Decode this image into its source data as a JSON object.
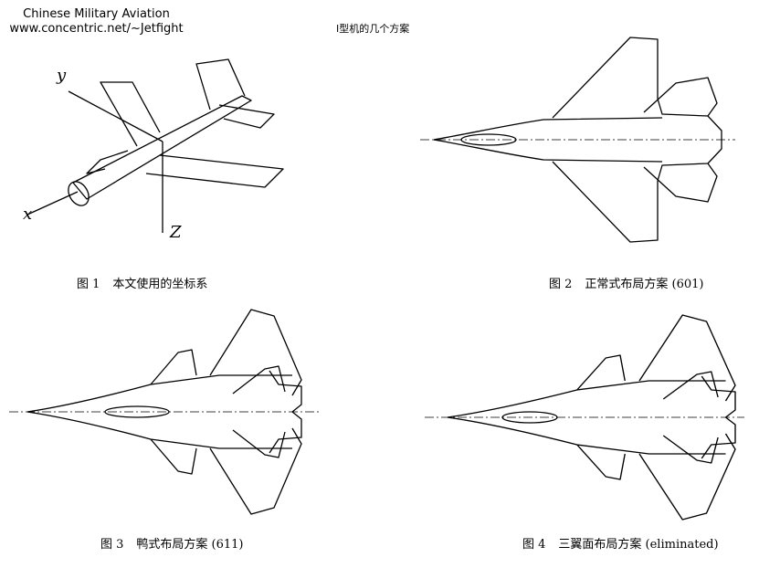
{
  "header": {
    "site_name": "Chinese Military Aviation",
    "site_url": "www.concentric.net/~Jetfight",
    "page_title": "I型机的几个方案"
  },
  "figures": [
    {
      "number": "图 1",
      "caption": "本文使用的坐标系",
      "axes": {
        "x": "x",
        "y": "y",
        "z": "Z"
      }
    },
    {
      "number": "图 2",
      "caption": "正常式布局方案 (601)"
    },
    {
      "number": "图 3",
      "caption": "鸭式布局方案 (611)"
    },
    {
      "number": "图 4",
      "caption": "三翼面布局方案 (eliminated)"
    }
  ]
}
